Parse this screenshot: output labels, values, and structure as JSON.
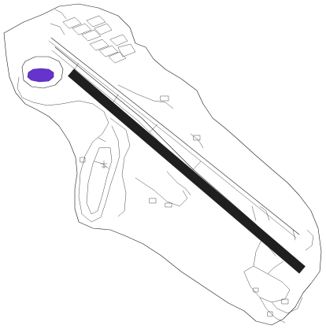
{
  "map": {
    "type": "airport-diagram",
    "background_color": "#ffffff",
    "line_color": "#1a1a1a",
    "runway_color": "#1f1f1f",
    "highlight_color": "#6633cc",
    "features": [
      "airport-boundary",
      "runway",
      "parallel-taxiway",
      "apron",
      "terminal-highlight",
      "hangars",
      "service-roads"
    ]
  }
}
